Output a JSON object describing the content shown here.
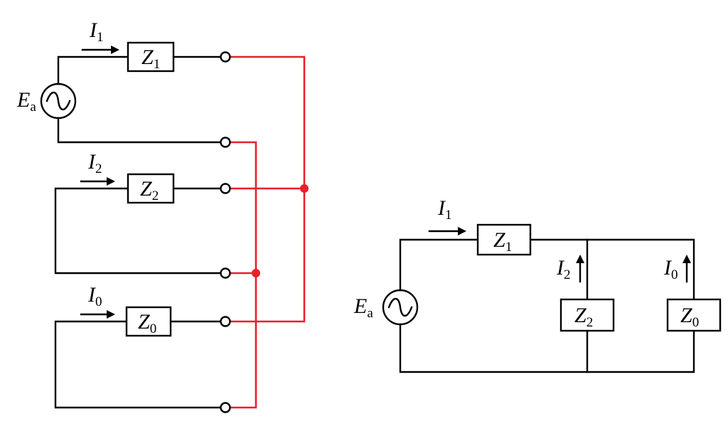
{
  "left_circuit": {
    "source": {
      "symbol": "E",
      "sub": "a"
    },
    "positive": {
      "current": {
        "symbol": "I",
        "sub": "1"
      },
      "impedance": {
        "symbol": "Z",
        "sub": "1"
      }
    },
    "negative": {
      "current": {
        "symbol": "I",
        "sub": "2"
      },
      "impedance": {
        "symbol": "Z",
        "sub": "2"
      }
    },
    "zero": {
      "current": {
        "symbol": "I",
        "sub": "0"
      },
      "impedance": {
        "symbol": "Z",
        "sub": "0"
      }
    }
  },
  "right_circuit": {
    "source": {
      "symbol": "E",
      "sub": "a"
    },
    "series": {
      "current": {
        "symbol": "I",
        "sub": "1"
      },
      "impedance": {
        "symbol": "Z",
        "sub": "1"
      }
    },
    "branch_negative": {
      "current": {
        "symbol": "I",
        "sub": "2"
      },
      "impedance": {
        "symbol": "Z",
        "sub": "2"
      }
    },
    "branch_zero": {
      "current": {
        "symbol": "I",
        "sub": "0"
      },
      "impedance": {
        "symbol": "Z",
        "sub": "0"
      }
    }
  },
  "colors": {
    "wire": "#000000",
    "connection": "#e8202a"
  }
}
